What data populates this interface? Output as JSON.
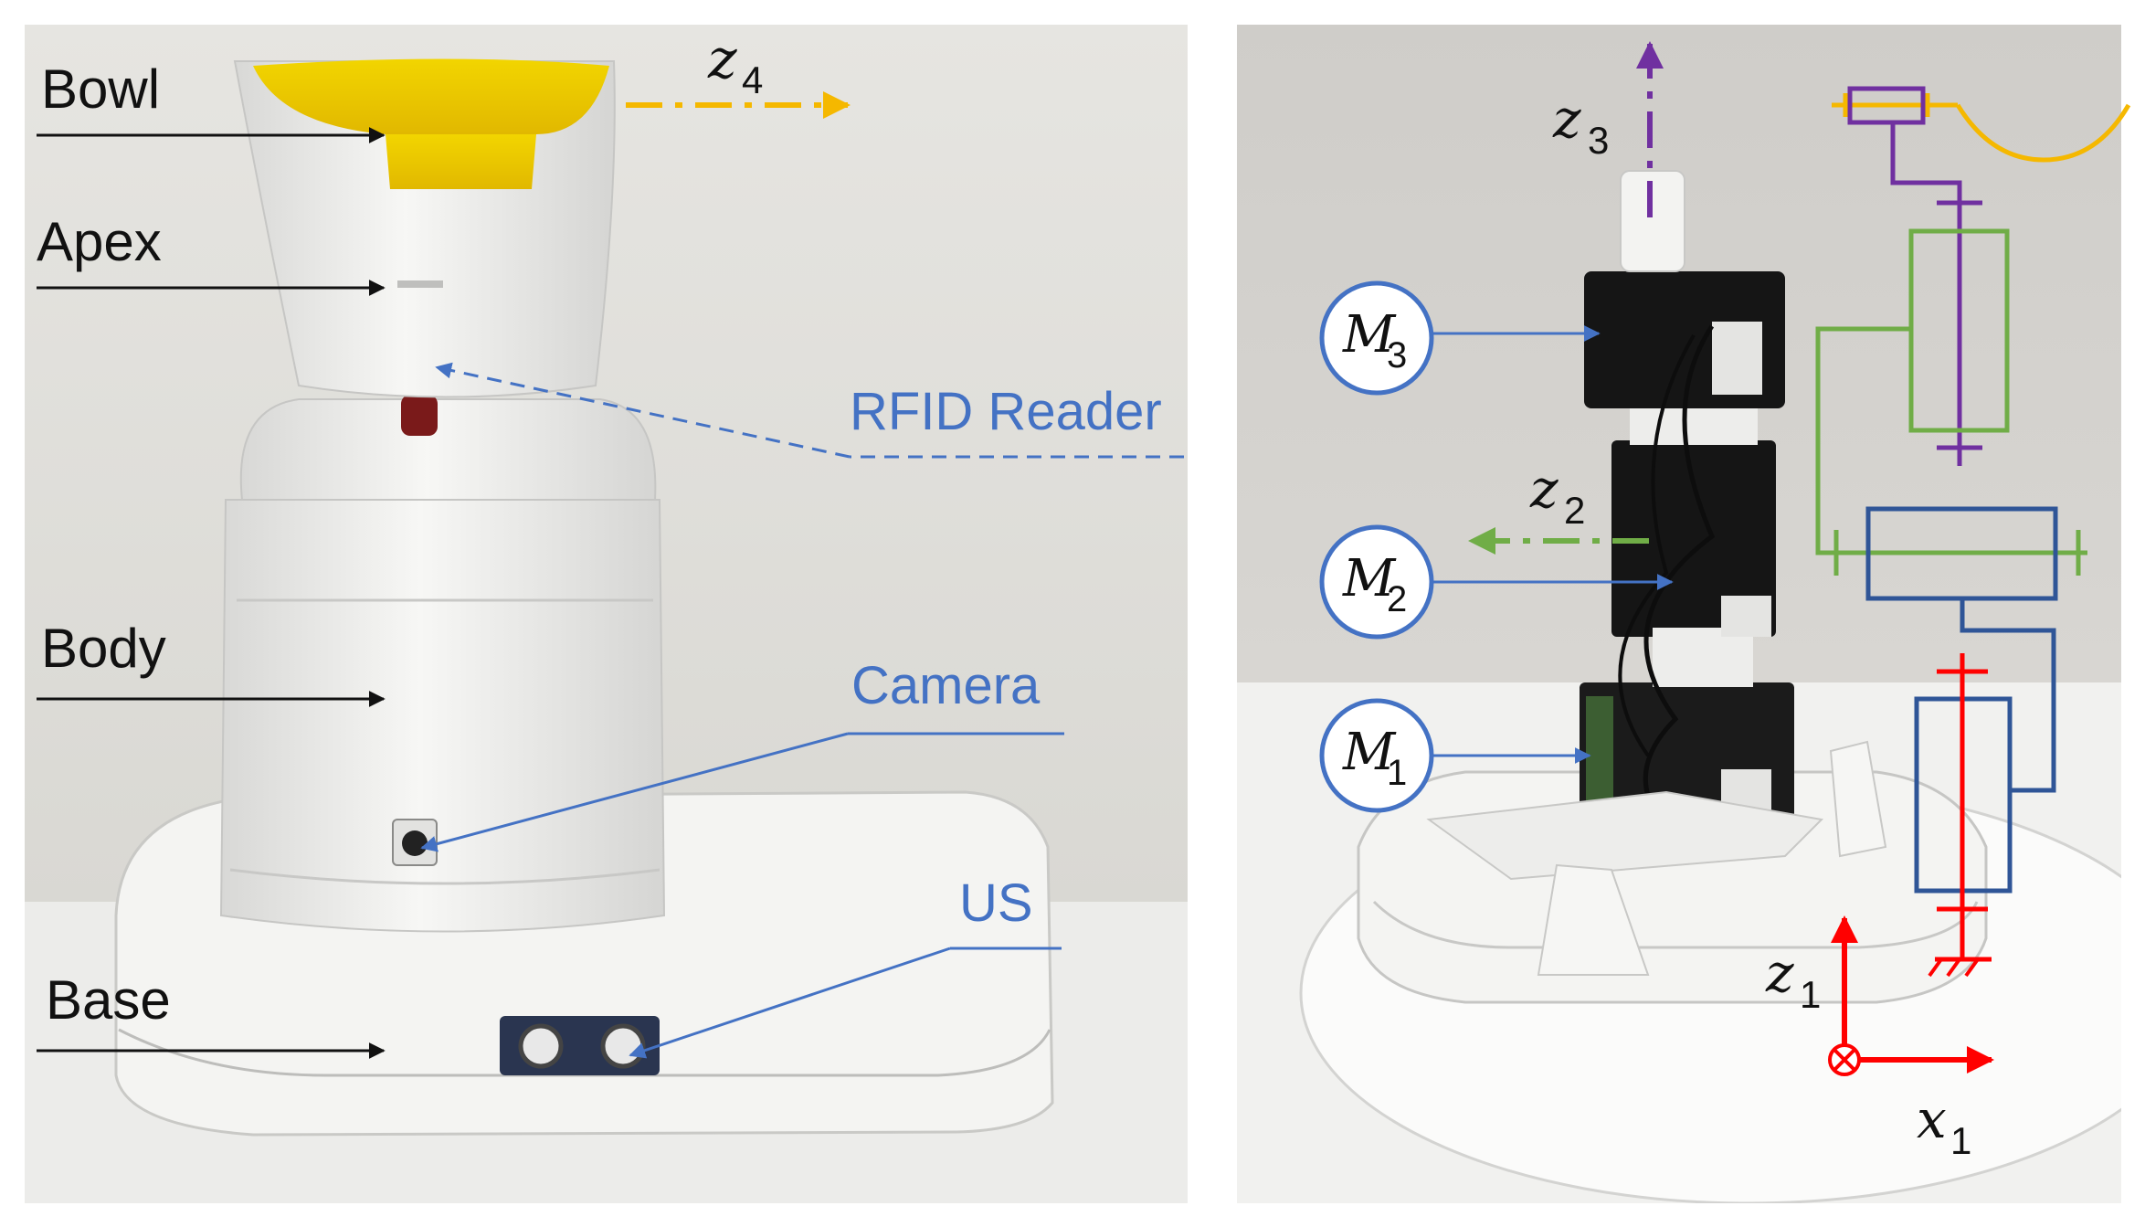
{
  "left": {
    "labels": {
      "bowl": "Bowl",
      "apex": "Apex",
      "body": "Body",
      "base": "Base"
    },
    "callouts": {
      "rfid": "RFID Reader",
      "camera": "Camera",
      "us": "US"
    },
    "axis_z4": {
      "main": "z",
      "sub": "4"
    }
  },
  "right": {
    "motors": [
      {
        "main": "M",
        "sub": "3"
      },
      {
        "main": "M",
        "sub": "2"
      },
      {
        "main": "M",
        "sub": "1"
      }
    ],
    "axis_z3": {
      "main": "z",
      "sub": "3"
    },
    "axis_z2": {
      "main": "z",
      "sub": "2"
    },
    "axis_z1": {
      "main": "z",
      "sub": "1"
    },
    "axis_x1": {
      "main": "x",
      "sub": "1"
    }
  },
  "colors": {
    "blue": "#4472c4",
    "yellow": "#f5b800",
    "purple": "#7030a0",
    "green": "#70ad47",
    "red": "#ff0000",
    "navy": "#2f5597"
  }
}
